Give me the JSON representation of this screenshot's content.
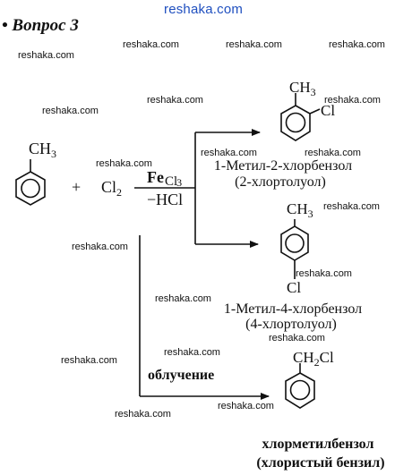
{
  "header": {
    "site": "reshaka.com",
    "title": "• Вопрос 3"
  },
  "watermark": "reshaka.com",
  "reactants": {
    "toluene_substituent": "CH",
    "toluene_substituent_sub": "3",
    "plus": "+",
    "chlorine": "Cl",
    "chlorine_sub": "2"
  },
  "conditions": {
    "catalyst_main": "Fe",
    "catalyst_sub": "Cl",
    "catalyst_sub_index": "3",
    "byproduct": "−HCl",
    "irradiation": "облучение"
  },
  "products": [
    {
      "substituent_top": "CH",
      "substituent_top_sub": "3",
      "substituent_second": "Cl",
      "name": "1-Метил-2-хлорбензол",
      "trivial_name": "(2-хлортолуол)"
    },
    {
      "substituent_top": "CH",
      "substituent_top_sub": "3",
      "substituent_second": "Cl",
      "name": "1-Метил-4-хлорбензол",
      "trivial_name": "(4-хлортолуол)"
    },
    {
      "substituent_top": "CH",
      "substituent_top_sub": "2",
      "substituent_second": "Cl",
      "name": "хлорметилбензол",
      "trivial_name": "(хлористый бензил)"
    }
  ]
}
